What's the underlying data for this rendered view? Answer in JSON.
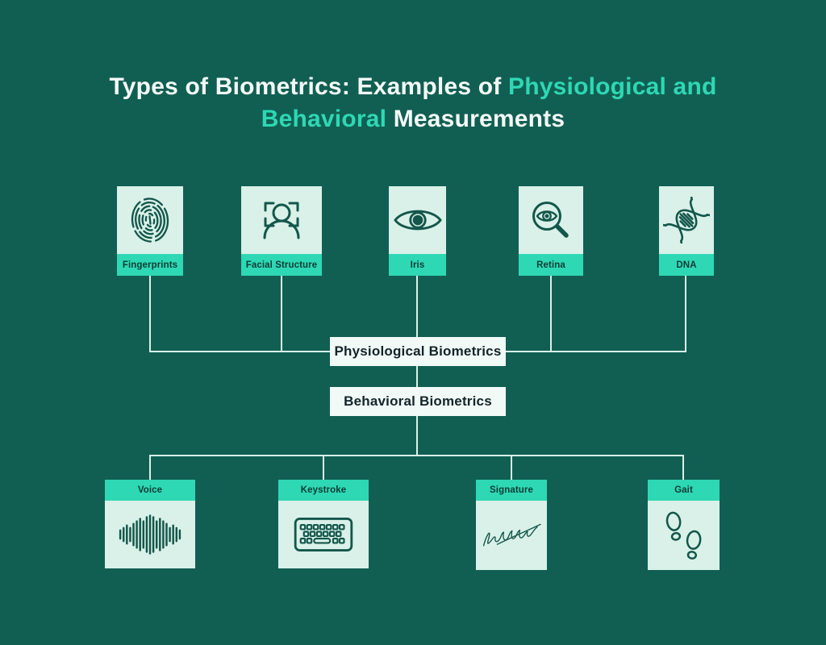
{
  "title": {
    "line1_white": "Types of Biometrics: Examples of",
    "line1_accent": "Physiological and",
    "line2_accent": "Behavioral",
    "line2_white": "Measurements"
  },
  "colors": {
    "background": "#115f53",
    "accent": "#2ed8b4",
    "card_body": "#d9f1e8",
    "center_box": "#f1faf6",
    "icon_dark": "#14564b",
    "label_text": "#0d3c35",
    "box_text": "#13242a",
    "line": "#d9f1e8",
    "title_white": "#f4faf7"
  },
  "physiological": {
    "label": "Physiological Biometrics",
    "cards": [
      {
        "label": "Fingerprints",
        "icon": "fingerprint-icon"
      },
      {
        "label": "Facial Structure",
        "icon": "facial-structure-icon"
      },
      {
        "label": "Iris",
        "icon": "iris-eye-icon"
      },
      {
        "label": "Retina",
        "icon": "retina-magnifier-icon"
      },
      {
        "label": "DNA",
        "icon": "dna-helix-icon"
      }
    ]
  },
  "behavioral": {
    "label": "Behavioral Biometrics",
    "cards": [
      {
        "label": "Voice",
        "icon": "voice-waveform-icon"
      },
      {
        "label": "Keystroke",
        "icon": "keyboard-icon"
      },
      {
        "label": "Signature",
        "icon": "signature-icon"
      },
      {
        "label": "Gait",
        "icon": "footprints-icon"
      }
    ]
  }
}
